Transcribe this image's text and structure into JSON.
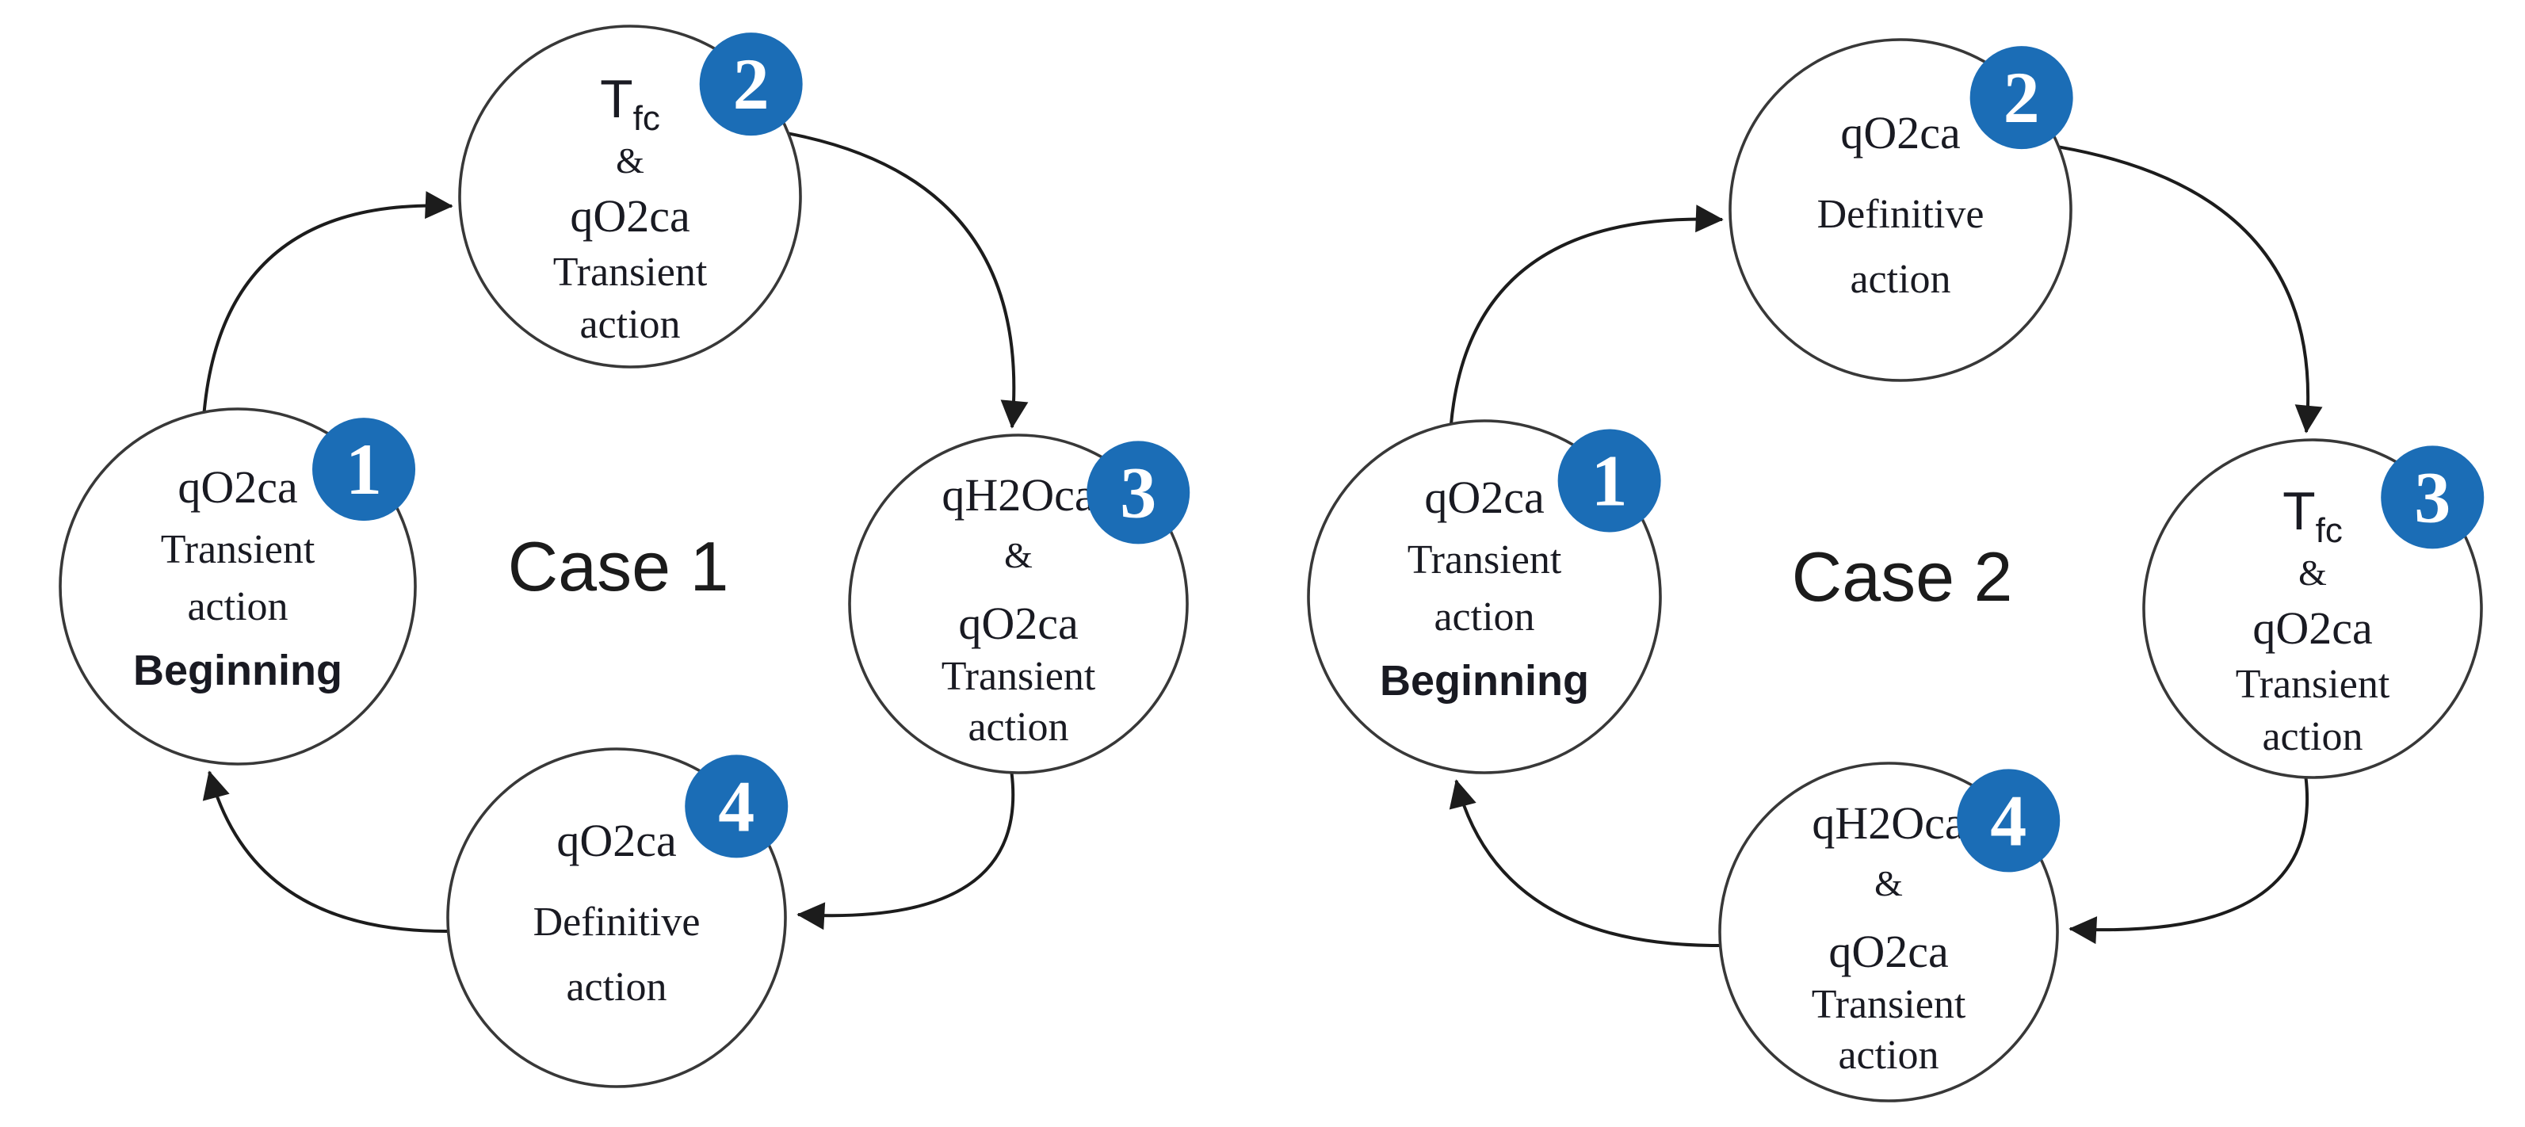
{
  "colors": {
    "badge": "#1b6db6",
    "badge_number": "#ffffff",
    "circle_stroke": "#383838",
    "arrow": "#1c1c1c",
    "text": "#191a22",
    "title_text": "#1b1b1b",
    "background": "#ffffff"
  },
  "cases": [
    {
      "title": "Case 1",
      "nodes": [
        {
          "step": "1",
          "position": "left",
          "lines": [
            {
              "text": "qO2ca"
            },
            {
              "text": "Transient"
            },
            {
              "text": "action"
            },
            {
              "text": "Beginning",
              "bold": true
            }
          ]
        },
        {
          "step": "2",
          "position": "top",
          "lines": [
            {
              "text": "T",
              "subscript": "fc"
            },
            {
              "text": "&"
            },
            {
              "text": "qO2ca"
            },
            {
              "text": "Transient"
            },
            {
              "text": "action"
            }
          ]
        },
        {
          "step": "3",
          "position": "right",
          "lines": [
            {
              "text": "qH2Oca"
            },
            {
              "text": "&"
            },
            {
              "text": "qO2ca"
            },
            {
              "text": "Transient"
            },
            {
              "text": "action"
            }
          ]
        },
        {
          "step": "4",
          "position": "bottom",
          "lines": [
            {
              "text": "qO2ca"
            },
            {
              "text": "Definitive"
            },
            {
              "text": "action"
            }
          ]
        }
      ],
      "arrows": [
        {
          "from": "1",
          "to": "2"
        },
        {
          "from": "2",
          "to": "3"
        },
        {
          "from": "3",
          "to": "4"
        },
        {
          "from": "4",
          "to": "1"
        }
      ]
    },
    {
      "title": "Case 2",
      "nodes": [
        {
          "step": "1",
          "position": "left",
          "lines": [
            {
              "text": "qO2ca"
            },
            {
              "text": "Transient"
            },
            {
              "text": "action"
            },
            {
              "text": "Beginning",
              "bold": true
            }
          ]
        },
        {
          "step": "2",
          "position": "top",
          "lines": [
            {
              "text": "qO2ca"
            },
            {
              "text": "Definitive"
            },
            {
              "text": "action"
            }
          ]
        },
        {
          "step": "3",
          "position": "right",
          "lines": [
            {
              "text": "T",
              "subscript": "fc"
            },
            {
              "text": "&"
            },
            {
              "text": "qO2ca"
            },
            {
              "text": "Transient"
            },
            {
              "text": "action"
            }
          ]
        },
        {
          "step": "4",
          "position": "bottom",
          "lines": [
            {
              "text": "qH2Oca"
            },
            {
              "text": "&"
            },
            {
              "text": "qO2ca"
            },
            {
              "text": "Transient"
            },
            {
              "text": "action"
            }
          ]
        }
      ],
      "arrows": [
        {
          "from": "1",
          "to": "2"
        },
        {
          "from": "2",
          "to": "3"
        },
        {
          "from": "3",
          "to": "4"
        },
        {
          "from": "4",
          "to": "1"
        }
      ]
    }
  ]
}
